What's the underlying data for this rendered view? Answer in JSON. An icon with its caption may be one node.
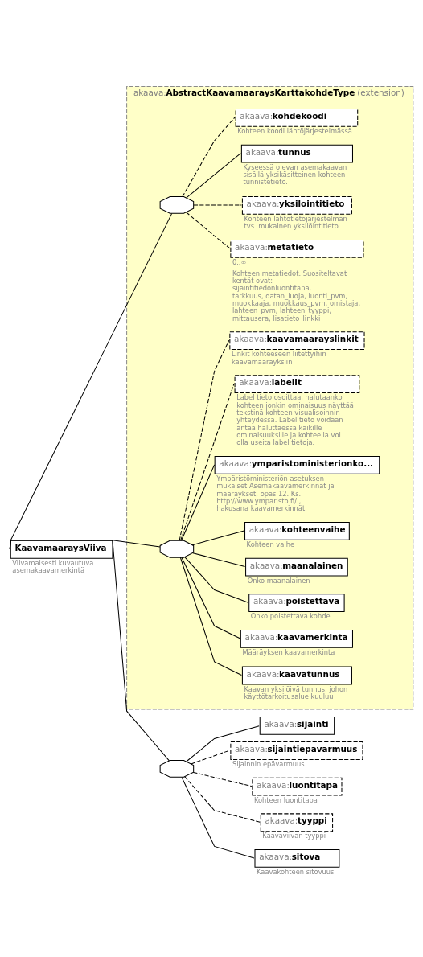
{
  "diagram": {
    "nodes": [
      {
        "text": [
          "**KaavamaaraysViiva**"
        ],
        "beside": [
          "Viivamaisesti kuvautuva asemakaavamerkintä"
        ]
      },
      {
        "text": [
          "akaava:**AbstractKaavamaaraysKarttakohdeType** (extension)"
        ]
      },
      {
        "text": [],
        "shape": "octagon",
        "in": 1
      },
      {
        "text": [
          "akaava:**metatieto**"
        ],
        "beside": [
          "0..∞",
          "Kohteen metatiedot. Suositeltavat kentät ovat: sijaintitiedonluontitapa, tarkkuus, datan_luoja, luonti_pvm, muokkaaja, muokkaus_pvm, omistaja, lahteen_pvm, lahteen_tyyppi, mittausera, lisatieto_linkki"
        ],
        "in": 1
      },
      {
        "text": [
          "akaava:**yksilointitieto**"
        ],
        "beside": [
          "Kohteen lähtötietojärjestelmän tvs. mukainen yksilöintitieto"
        ],
        "in": 1
      },
      {
        "text": [
          "akaava:**tunnus**"
        ],
        "beside": [
          "Kyseessä olevan asemakaavan sisällä yksikäsitteinen kohteen tunnistetieto."
        ],
        "in": 1
      },
      {
        "text": [
          "akaava:**kohdekoodi**"
        ],
        "beside": [
          "Kohteen koodi lähtöjärjestelmässä"
        ],
        "in": 1
      },
      {
        "text": [],
        "shape": "octagon",
        "in": 1
      },
      {
        "text": [
          "akaava:**kaavatunnus**"
        ],
        "beside": [
          "Kaavan yksilöivä tunnus, johon käyttötarkoitusalue kuuluu"
        ],
        "in": 1
      },
      {
        "text": [
          "akaava:**kaavamerkinta**"
        ],
        "beside": [
          "Määräyksen kaavamerkinta"
        ],
        "in": 1
      },
      {
        "text": [
          "akaava:**poistettava**"
        ],
        "beside": [
          "Onko poistettava kohde"
        ],
        "in": 1
      },
      {
        "text": [
          "akaava:**maanalainen**"
        ],
        "beside": [
          "Onko maanalainen"
        ],
        "in": 1
      },
      {
        "text": [
          "akaava:**kohteenvaihe**"
        ],
        "beside": [
          "Kohteen vaihe"
        ],
        "in": 1
      },
      {
        "text": [
          "akaava:**ymparistoministerionko...**"
        ],
        "beside": [
          "Ympäristöministeriön asetuksen mukaiset Asemakaavamerkinnät ja määräykset, opas 12. Ks. http://www.ymparisto.fi/ , hakusana kaavamerkinnät"
        ],
        "in": 1
      },
      {
        "text": [
          "akaava:**labelit**"
        ],
        "beside": [
          "Label tieto osoittaa, halutaanko kohteen jonkin ominaisuus näyttää tekstinä kohteen visualisoinnin yhteydessä. Label tieto voidaan antaa haluttaessa kaikille ominaisuuksille ja kohteella voi olla useita label tietoja."
        ],
        "in": 1
      },
      {
        "text": [
          "akaava:**kaavamaarayslinkit**"
        ],
        "beside": [
          "Linkit kohteeseen liitettyihin kaavamääräyksiin"
        ],
        "in": 1
      },
      {
        "text": [],
        "shape": "octagon"
      },
      {
        "text": [
          "akaava:**sijainti**"
        ]
      },
      {
        "text": [
          "akaava:**sijaintiepavarmuus**"
        ],
        "beside": [
          "Sijainnin epävarmuus"
        ]
      },
      {
        "text": [
          "akaava:**luontitapa**"
        ],
        "beside": [
          "Kohteen luontitapa"
        ]
      },
      {
        "text": [
          "akaava:**tyyppi**"
        ],
        "beside": [
          "Kaavaviivan tyyppi"
        ]
      },
      {
        "text": [
          "akaava:**sitova**"
        ],
        "beside": [
          "Kaavakohteen sitovuus"
        ]
      }
    ],
    "edges": [
      {
        "from": 0,
        "to": 2,
        "arrow": "none"
      },
      {
        "from": 0,
        "to": 7,
        "arrow": "none"
      },
      {
        "from": 0,
        "to": 16,
        "arrow": "none"
      },
      {
        "from": 2,
        "to": 3,
        "arrow": "none",
        "style": "dashed"
      },
      {
        "from": 2,
        "to": 4,
        "arrow": "none",
        "style": "dashed"
      },
      {
        "from": 2,
        "to": 5,
        "arrow": "none"
      },
      {
        "from": 2,
        "to": 6,
        "arrow": "none",
        "style": "dashed"
      },
      {
        "from": 7,
        "to": 8,
        "arrow": "none"
      },
      {
        "from": 7,
        "to": 9,
        "arrow": "none"
      },
      {
        "from": 7,
        "to": 10,
        "arrow": "none"
      },
      {
        "from": 7,
        "to": 11,
        "arrow": "none"
      },
      {
        "from": 7,
        "to": 12,
        "arrow": "none"
      },
      {
        "from": 7,
        "to": 13,
        "arrow": "none"
      },
      {
        "from": 7,
        "to": 14,
        "arrow": "none",
        "style": "dashed"
      },
      {
        "from": 7,
        "to": 15,
        "arrow": "none",
        "style": "dashed"
      },
      {
        "from": 16,
        "to": 17,
        "arrow": "none"
      },
      {
        "from": 16,
        "to": 18,
        "arrow": "none",
        "style": "dashed"
      },
      {
        "from": 16,
        "to": 19,
        "arrow": "none",
        "style": "dashed"
      },
      {
        "from": 16,
        "to": 20,
        "arrow": "none",
        "style": "dashed"
      },
      {
        "from": 16,
        "to": 21,
        "arrow": "none"
      }
    ]
  }
}
